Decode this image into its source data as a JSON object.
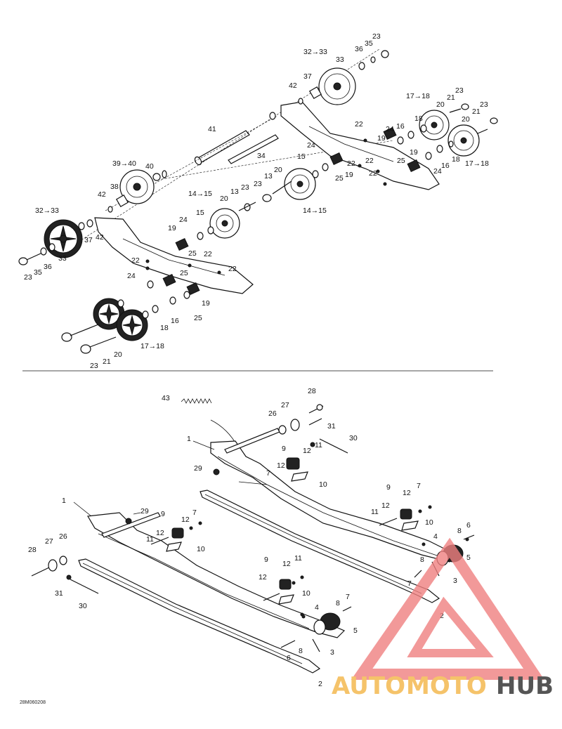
{
  "diagram_code": "28M060208",
  "watermark": {
    "brand_part1": "AUTO",
    "brand_part2": "MOTO",
    "brand_part3": "HUB",
    "color_accent": "#f08080",
    "color_gold": "#f5c36a",
    "color_gray": "#555555"
  },
  "upper_labels": [
    {
      "t": "23"
    },
    {
      "t": "32→33"
    },
    {
      "t": "33"
    },
    {
      "t": "36"
    },
    {
      "t": "35"
    },
    {
      "t": "37"
    },
    {
      "t": "42"
    },
    {
      "t": "17→18"
    },
    {
      "t": "23"
    },
    {
      "t": "21"
    },
    {
      "t": "20"
    },
    {
      "t": "23"
    },
    {
      "t": "21"
    },
    {
      "t": "20"
    },
    {
      "t": "18"
    },
    {
      "t": "16"
    },
    {
      "t": "24"
    },
    {
      "t": "19"
    },
    {
      "t": "22"
    },
    {
      "t": "41"
    },
    {
      "t": "34"
    },
    {
      "t": "22"
    },
    {
      "t": "19"
    },
    {
      "t": "25"
    },
    {
      "t": "24"
    },
    {
      "t": "16"
    },
    {
      "t": "18"
    },
    {
      "t": "17→18"
    },
    {
      "t": "15"
    },
    {
      "t": "24"
    },
    {
      "t": "25"
    },
    {
      "t": "19"
    },
    {
      "t": "22"
    },
    {
      "t": "22"
    },
    {
      "t": "39→40"
    },
    {
      "t": "40"
    },
    {
      "t": "13"
    },
    {
      "t": "20"
    },
    {
      "t": "14→15"
    },
    {
      "t": "38"
    },
    {
      "t": "42"
    },
    {
      "t": "14→15"
    },
    {
      "t": "20"
    },
    {
      "t": "13"
    },
    {
      "t": "23"
    },
    {
      "t": "23"
    },
    {
      "t": "32→33"
    },
    {
      "t": "15"
    },
    {
      "t": "37"
    },
    {
      "t": "42"
    },
    {
      "t": "19"
    },
    {
      "t": "24"
    },
    {
      "t": "33"
    },
    {
      "t": "25"
    },
    {
      "t": "22"
    },
    {
      "t": "22"
    },
    {
      "t": "36"
    },
    {
      "t": "35"
    },
    {
      "t": "23"
    },
    {
      "t": "22"
    },
    {
      "t": "24"
    },
    {
      "t": "25"
    },
    {
      "t": "19"
    },
    {
      "t": "18"
    },
    {
      "t": "16"
    },
    {
      "t": "25"
    },
    {
      "t": "17→18"
    },
    {
      "t": "20"
    },
    {
      "t": "21"
    },
    {
      "t": "23"
    }
  ],
  "lower_labels": [
    {
      "t": "28"
    },
    {
      "t": "43"
    },
    {
      "t": "27"
    },
    {
      "t": "26"
    },
    {
      "t": "31"
    },
    {
      "t": "30"
    },
    {
      "t": "1"
    },
    {
      "t": "9"
    },
    {
      "t": "12"
    },
    {
      "t": "11"
    },
    {
      "t": "29"
    },
    {
      "t": "12"
    },
    {
      "t": "7"
    },
    {
      "t": "10"
    },
    {
      "t": "9"
    },
    {
      "t": "12"
    },
    {
      "t": "7"
    },
    {
      "t": "12"
    },
    {
      "t": "11"
    },
    {
      "t": "10"
    },
    {
      "t": "1"
    },
    {
      "t": "29"
    },
    {
      "t": "9"
    },
    {
      "t": "7"
    },
    {
      "t": "12"
    },
    {
      "t": "12"
    },
    {
      "t": "11"
    },
    {
      "t": "10"
    },
    {
      "t": "8"
    },
    {
      "t": "6"
    },
    {
      "t": "4"
    },
    {
      "t": "28"
    },
    {
      "t": "27"
    },
    {
      "t": "26"
    },
    {
      "t": "5"
    },
    {
      "t": "8"
    },
    {
      "t": "3"
    },
    {
      "t": "31"
    },
    {
      "t": "9"
    },
    {
      "t": "12"
    },
    {
      "t": "11"
    },
    {
      "t": "7"
    },
    {
      "t": "2"
    },
    {
      "t": "30"
    },
    {
      "t": "12"
    },
    {
      "t": "10"
    },
    {
      "t": "8"
    },
    {
      "t": "7"
    },
    {
      "t": "4"
    },
    {
      "t": "5"
    },
    {
      "t": "6"
    },
    {
      "t": "8"
    },
    {
      "t": "3"
    },
    {
      "t": "2"
    }
  ]
}
